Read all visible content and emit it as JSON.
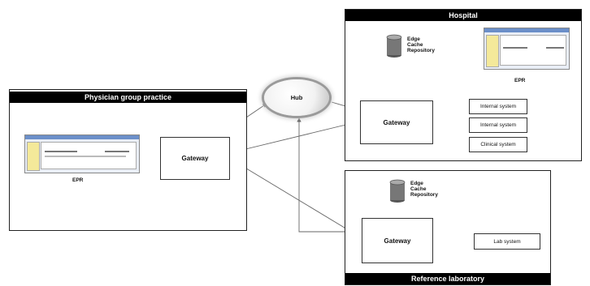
{
  "hub": {
    "label": "Hub"
  },
  "physician": {
    "title": "Physician group practice",
    "gateway": "Gateway",
    "epr": "EPR"
  },
  "hospital": {
    "title": "Hospital",
    "cache": "Edge\nCache\nRepository",
    "epr": "EPR",
    "gateway": "Gateway",
    "systems": [
      "Internal system",
      "Internal system",
      "Clinical system"
    ]
  },
  "lab": {
    "title": "Reference laboratory",
    "cache": "Edge\nCache\nRepository",
    "gateway": "Gateway",
    "system": "Lab system"
  },
  "colors": {
    "header": "#000000",
    "lines": "#555555"
  }
}
